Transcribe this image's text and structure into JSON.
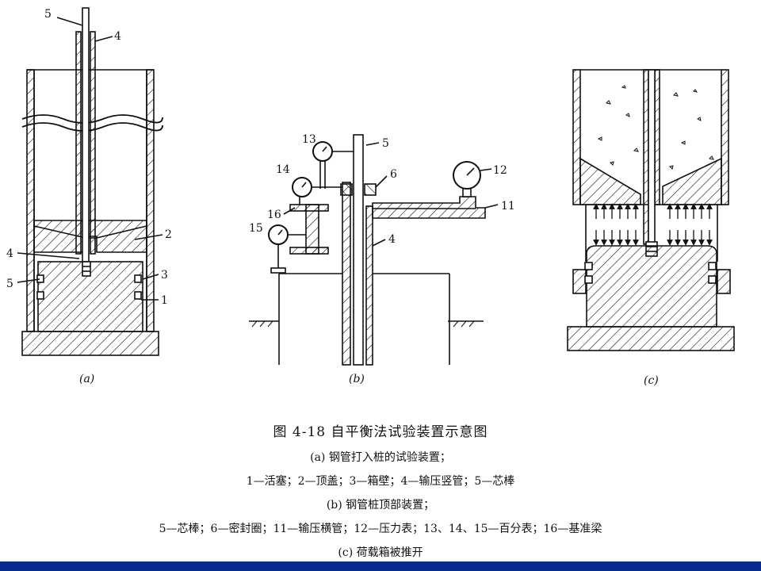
{
  "panel_a": {
    "sublabel": "(a)",
    "labels": {
      "l5_top": "5",
      "l4_top": "4",
      "l2": "2",
      "l3": "3",
      "l1": "1",
      "l4_left": "4",
      "l5_left": "5"
    }
  },
  "panel_b": {
    "sublabel": "(b)",
    "labels": {
      "l13": "13",
      "l5": "5",
      "l14": "14",
      "l6": "6",
      "l12": "12",
      "l16": "16",
      "l11": "11",
      "l15": "15",
      "l4": "4"
    }
  },
  "panel_c": {
    "sublabel": "(c)"
  },
  "caption": {
    "title": "图 4-18   自平衡法试验装置示意图",
    "a_line": "(a) 钢管打入桩的试验装置；",
    "a_legend": "1—活塞；2—顶盖；3—箱壁；4—输压竖管；5—芯棒",
    "b_line": "(b) 钢管桩顶部装置；",
    "b_legend": "5—芯棒；6—密封圈；11—输压横管；12—压力表；13、14、15—百分表；16—基准梁",
    "c_line": "(c) 荷载箱被推开"
  },
  "colors": {
    "ink": "#111111",
    "bar": "#0a2a8c",
    "background": "#ffffff"
  }
}
